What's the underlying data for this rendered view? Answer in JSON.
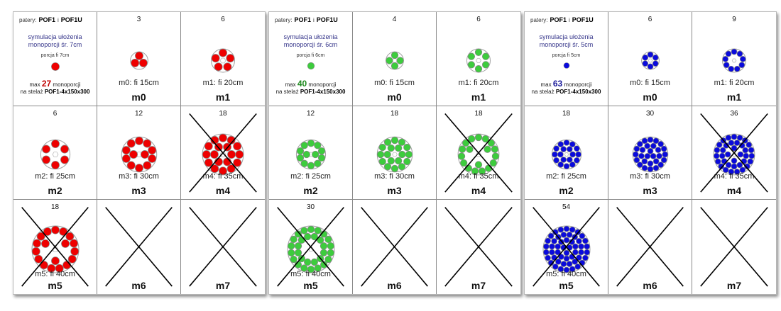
{
  "panels": [
    {
      "patery_label": "patery:",
      "patery_a": "POF1",
      "patery_sep": "i",
      "patery_b": "POF1U",
      "sim_line1": "symulacja ułożenia",
      "sim_line2": "monoporcji śr. 7cm",
      "porcja": "porcja fi 7cm",
      "max_pre": "max",
      "max_value": "27",
      "max_post": "monoporcji",
      "stelaz_pre": "na stelaż",
      "stelaz_value": "POF1-4x150x300",
      "color": "#ee0000",
      "max_color": "#c00000",
      "cells": [
        {
          "count": "3",
          "label": "m0: fi 15cm",
          "code": "m0"
        },
        {
          "count": "6",
          "label": "m1: fi 20cm",
          "code": "m1"
        },
        {
          "count": "6",
          "label": "m2: fi 25cm",
          "code": "m2"
        },
        {
          "count": "12",
          "label": "m3: fi 30cm",
          "code": "m3"
        },
        {
          "count": "18",
          "label": "m4: fi 35cm",
          "code": "m4",
          "crossed": true
        },
        {
          "count": "18",
          "label": "m5: fi 40cm",
          "code": "m5",
          "crossed": true
        },
        {
          "count": "",
          "label": "",
          "code": "m6",
          "crossed": true
        },
        {
          "count": "",
          "label": "",
          "code": "m7",
          "crossed": true
        }
      ]
    },
    {
      "patery_label": "patery:",
      "patery_a": "POF1",
      "patery_sep": "i",
      "patery_b": "POF1U",
      "sim_line1": "symulacja ułożenia",
      "sim_line2": "monoporcji śr. 6cm",
      "porcja": "porcja fi 6cm",
      "max_pre": "max",
      "max_value": "40",
      "max_post": "monoporcji",
      "stelaz_pre": "na stelaż",
      "stelaz_value": "POF1-4x150x300",
      "color": "#3dcc3d",
      "max_color": "#1f8a1f",
      "cells": [
        {
          "count": "4",
          "label": "m0: fi 15cm",
          "code": "m0"
        },
        {
          "count": "6",
          "label": "m1: fi 20cm",
          "code": "m1"
        },
        {
          "count": "12",
          "label": "m2: fi 25cm",
          "code": "m2"
        },
        {
          "count": "18",
          "label": "m3: fi 30cm",
          "code": "m3"
        },
        {
          "count": "18",
          "label": "m4: fi 35cm",
          "code": "m4",
          "crossed": true
        },
        {
          "count": "30",
          "label": "m5: fi 40cm",
          "code": "m5",
          "crossed": true
        },
        {
          "count": "",
          "label": "",
          "code": "m6",
          "crossed": true
        },
        {
          "count": "",
          "label": "",
          "code": "m7",
          "crossed": true
        }
      ]
    },
    {
      "patery_label": "patery:",
      "patery_a": "POF1",
      "patery_sep": "i",
      "patery_b": "POF1U",
      "sim_line1": "symulacja ułożenia",
      "sim_line2": "monoporcji śr. 5cm",
      "porcja": "porcja fi 5cm",
      "max_pre": "max",
      "max_value": "63",
      "max_post": "monoporcji",
      "stelaz_pre": "na stelaż",
      "stelaz_value": "POF1-4x150x300",
      "color": "#0a0adc",
      "max_color": "#1a1a9a",
      "cells": [
        {
          "count": "6",
          "label": "m0: fi 15cm",
          "code": "m0"
        },
        {
          "count": "9",
          "label": "m1: fi 20cm",
          "code": "m1"
        },
        {
          "count": "18",
          "label": "m2: fi 25cm",
          "code": "m2"
        },
        {
          "count": "30",
          "label": "m3: fi 30cm",
          "code": "m3"
        },
        {
          "count": "36",
          "label": "m4: fi 35cm",
          "code": "m4",
          "crossed": true
        },
        {
          "count": "54",
          "label": "m5: fi 40cm",
          "code": "m5",
          "crossed": true
        },
        {
          "count": "",
          "label": "",
          "code": "m6",
          "crossed": true
        },
        {
          "count": "",
          "label": "",
          "code": "m7",
          "crossed": true
        }
      ]
    }
  ]
}
